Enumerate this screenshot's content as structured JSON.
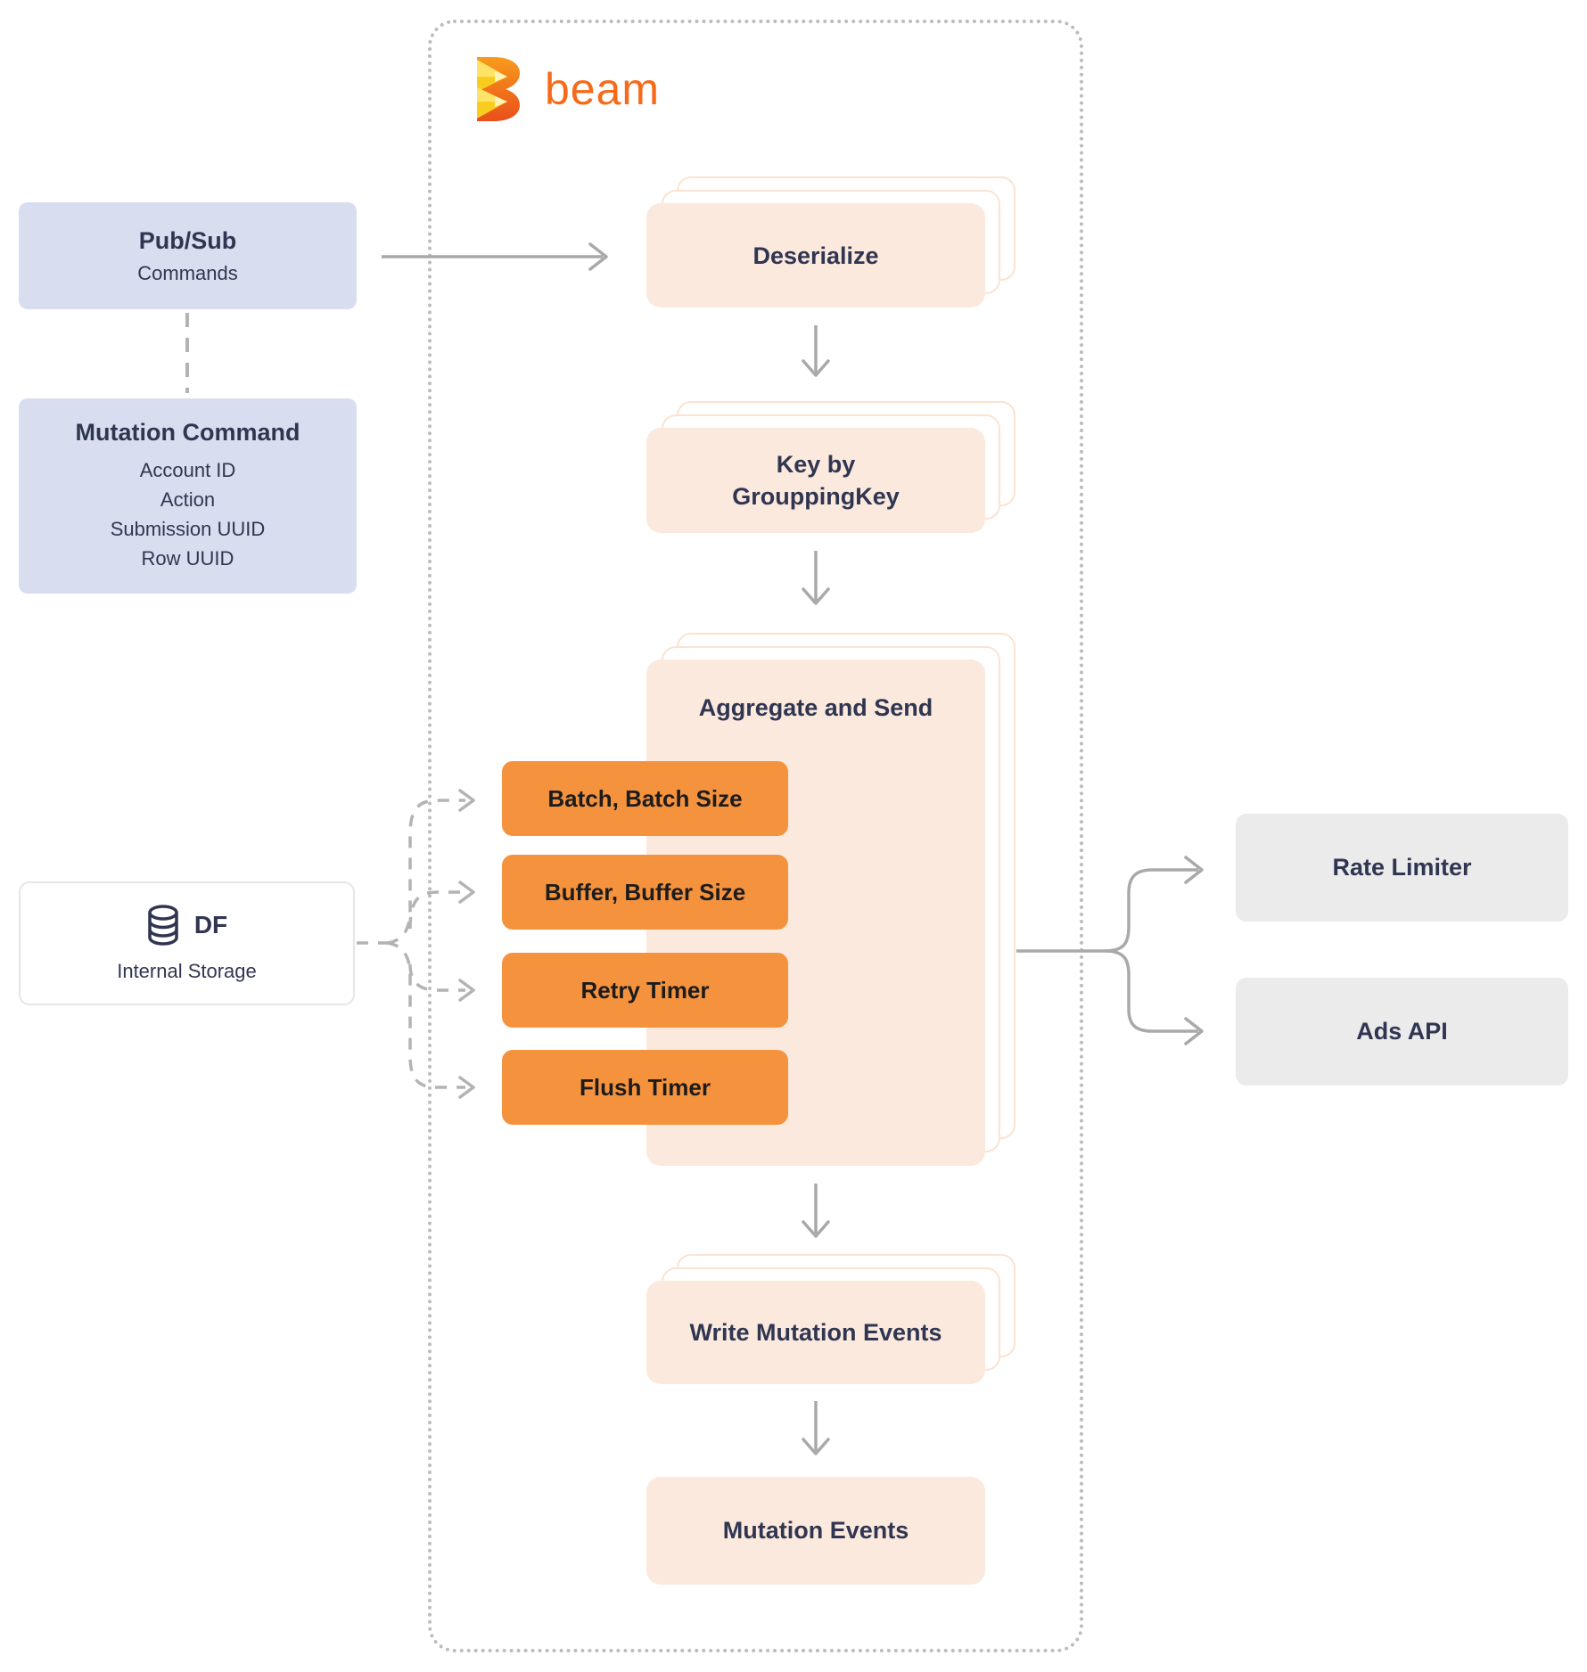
{
  "colors": {
    "bg": "#ffffff",
    "lavender": "#d8def0",
    "peach": "#fbe9dd",
    "peach-border": "#fae3d2",
    "orange": "#f5923e",
    "orange-text": "#1c1c1c",
    "navy": "#303651",
    "gray-box": "#ebebeb",
    "line": "#a9a9a9",
    "dash": "#b3b3b3",
    "dot-border": "#bcbcbc",
    "brand-orange": "#f76a1a",
    "df-border": "#e6e6e6"
  },
  "beam": {
    "wordmark": "beam",
    "logo_icon": "beam-b-logo"
  },
  "sources": {
    "pubsub": {
      "title": "Pub/Sub",
      "subtitle": "Commands"
    },
    "mutation_command": {
      "title": "Mutation Command",
      "fields": [
        "Account ID",
        "Action",
        "Submission UUID",
        "Row UUID"
      ]
    },
    "internal_storage": {
      "title": "DF",
      "subtitle": "Internal Storage",
      "icon": "database-icon"
    }
  },
  "pipeline": {
    "deserialize": {
      "label": "Deserialize"
    },
    "key_by": {
      "line1": "Key by",
      "line2": "GrouppingKey"
    },
    "aggregate": {
      "title": "Aggregate and Send",
      "params": [
        "Batch, Batch Size",
        "Buffer, Buffer Size",
        "Retry Timer",
        "Flush Timer"
      ]
    },
    "write_mutation_events": {
      "label": "Write Mutation Events"
    },
    "mutation_events": {
      "label": "Mutation Events"
    }
  },
  "sinks": {
    "rate_limiter": {
      "label": "Rate Limiter"
    },
    "ads_api": {
      "label": "Ads API"
    }
  }
}
